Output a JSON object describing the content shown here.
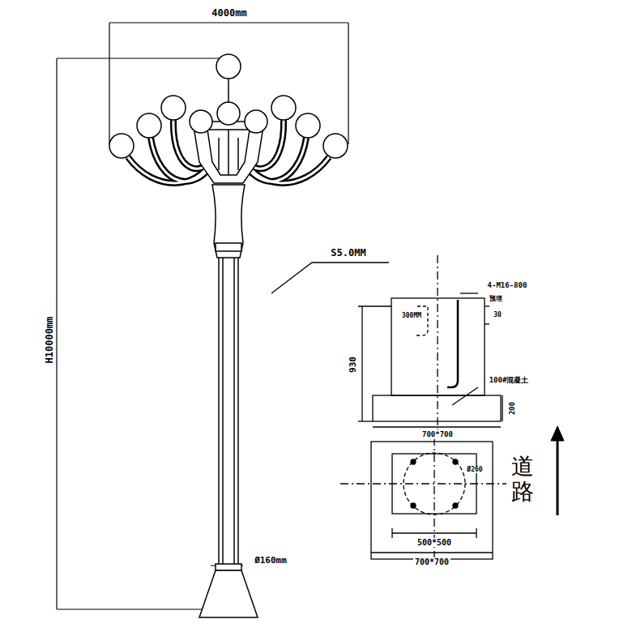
{
  "diagram": {
    "labels": [
      "4000mm",
      "H10000mm",
      "S5.0MM",
      "Ø160mm",
      "4-M16-800",
      "预埋",
      "30",
      "930",
      "300MM",
      "100#混凝土",
      "200",
      "700*700",
      "500*500",
      "700*700",
      "Ø260",
      "道路"
    ]
  }
}
